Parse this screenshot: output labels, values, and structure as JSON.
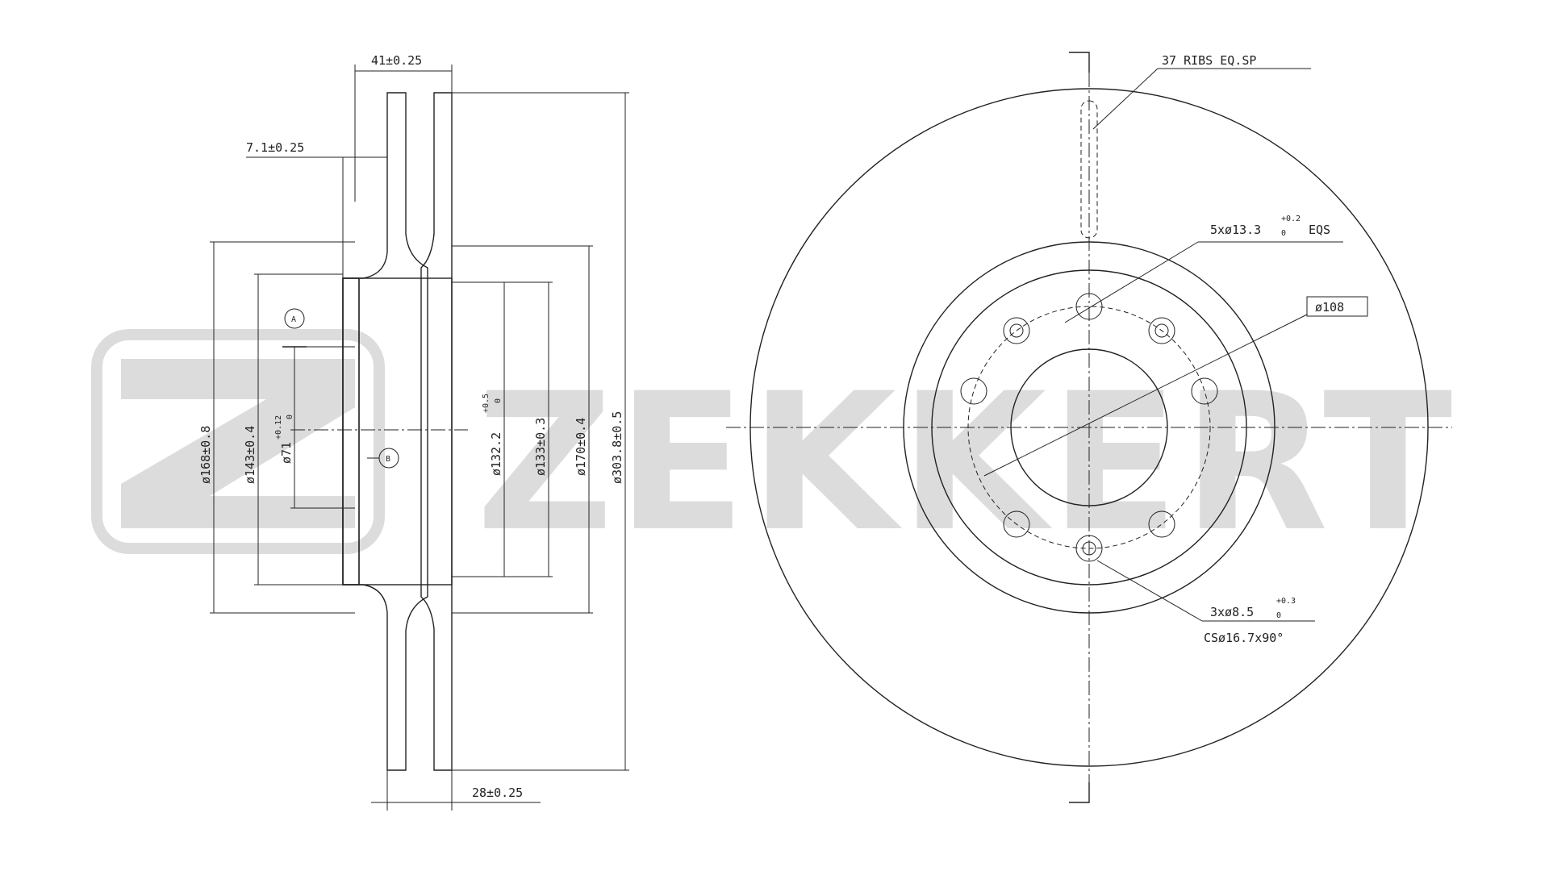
{
  "watermark": {
    "brand": "ZEKKERT",
    "color": "#d9d9d9"
  },
  "section_view": {
    "dims": {
      "total_width": "41±0.25",
      "flange_thickness": "7.1±0.25",
      "disc_thickness": "28±0.25",
      "dia_168": "ø168±0.8",
      "dia_143": "ø143±0.4",
      "dia_71": "ø71",
      "dia_71_tol": "+0.12",
      "dia_71_tol_low": "0",
      "dia_132": "ø132.2",
      "dia_132_tol": "+0.5",
      "dia_132_tol_low": "0",
      "dia_133": "ø133±0.3",
      "dia_170": "ø170±0.4",
      "dia_303": "ø303.8±0.5"
    },
    "datum_a": "A",
    "datum_b": "B"
  },
  "front_view": {
    "ribs": "37 RIBS EQ.SP",
    "bolt_holes": "5xø13.3",
    "bolt_holes_tol": "+0.2",
    "bolt_holes_tol_low": "0",
    "bolt_holes_suffix": "EQS",
    "pcd": "ø108",
    "screw_holes": "3xø8.5",
    "screw_holes_tol": "+0.3",
    "screw_holes_tol_low": "0",
    "countersink": "CSø16.7x90°"
  }
}
